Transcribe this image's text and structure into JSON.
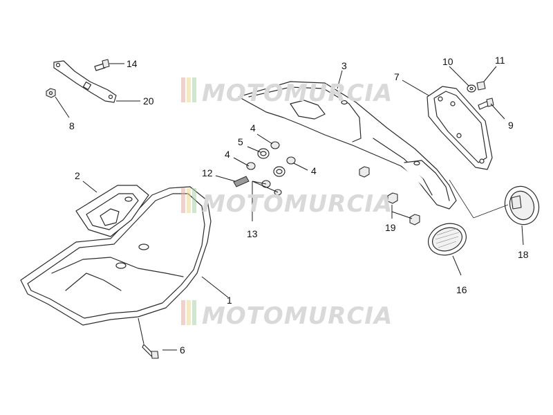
{
  "watermark": {
    "text": "MOTOMURCIA",
    "stripe_colors": [
      "#e8a9a0",
      "#e9d98f",
      "#a6d3a6"
    ],
    "text_color": "#d9d9d9"
  },
  "callouts": {
    "n1": "1",
    "n2": "2",
    "n3": "3",
    "n4a": "4",
    "n4b": "4",
    "n4c": "4",
    "n5": "5",
    "n6": "6",
    "n7": "7",
    "n8": "8",
    "n9": "9",
    "n10": "10",
    "n11": "11",
    "n12": "12",
    "n13": "13",
    "n14": "14",
    "n16": "16",
    "n18": "18",
    "n19": "19",
    "n20": "20"
  }
}
